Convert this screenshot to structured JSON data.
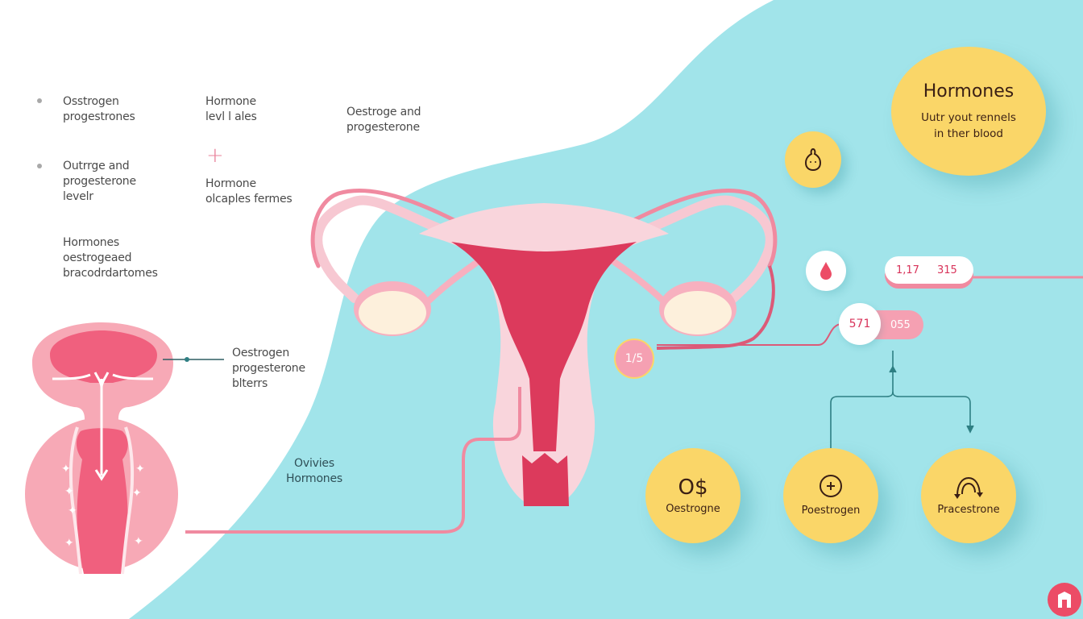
{
  "colors": {
    "background": "#ffffff",
    "teal_blob": "#a1e4ea",
    "uterus_light": "#f9d5dc",
    "uterus_dark": "#dc3a5c",
    "tube_pink": "#f08aa0",
    "ovary": "#fdf0dc",
    "yellow": "#fad668",
    "teal_line": "#2e7f83",
    "logo_red": "#ec4c66"
  },
  "left_labels": [
    {
      "line1": "Osstrogen",
      "line2": "progestrones"
    },
    {
      "line1": "Outrrge and",
      "line2": "progesterone",
      "line3": "levelr"
    },
    {
      "line1": "Hormones",
      "line2": "oestrogeaed",
      "line3": "bracodrdartomes"
    }
  ],
  "middle_labels": [
    {
      "line1": "Hormone",
      "line2": "levl l ales"
    },
    {
      "line1": "Hormone",
      "line2": "olcaples fermes"
    }
  ],
  "top_center_label": {
    "line1": "Oestroge and",
    "line2": "progesterone"
  },
  "diagram_callout": {
    "line1": "Oestrogen",
    "line2": "progesterone",
    "line3": "blterrs"
  },
  "ovaries_label": {
    "line1": "Ovivies",
    "line2": "Hormones"
  },
  "hormones_circle": {
    "title": "Hormones",
    "subtitle_line1": "Uutr yout rennels",
    "subtitle_line2": "in ther blood"
  },
  "small_icons": {
    "pear_icon": "pear-face-icon",
    "drop_icon": "blood-drop-icon"
  },
  "pill_top": {
    "value1": "1,17",
    "value2": "315"
  },
  "pill_middle": {
    "value1": "571",
    "value2": "055"
  },
  "ratio_badge": {
    "value": "1/5"
  },
  "bottom_circles": [
    {
      "icon_text": "O$",
      "label": "Oestrogne"
    },
    {
      "icon_name": "plus-circle-icon",
      "label": "Poestrogen"
    },
    {
      "icon_name": "cycle-arrows-icon",
      "label": "Pracestrone"
    }
  ],
  "plus_marker": "+"
}
